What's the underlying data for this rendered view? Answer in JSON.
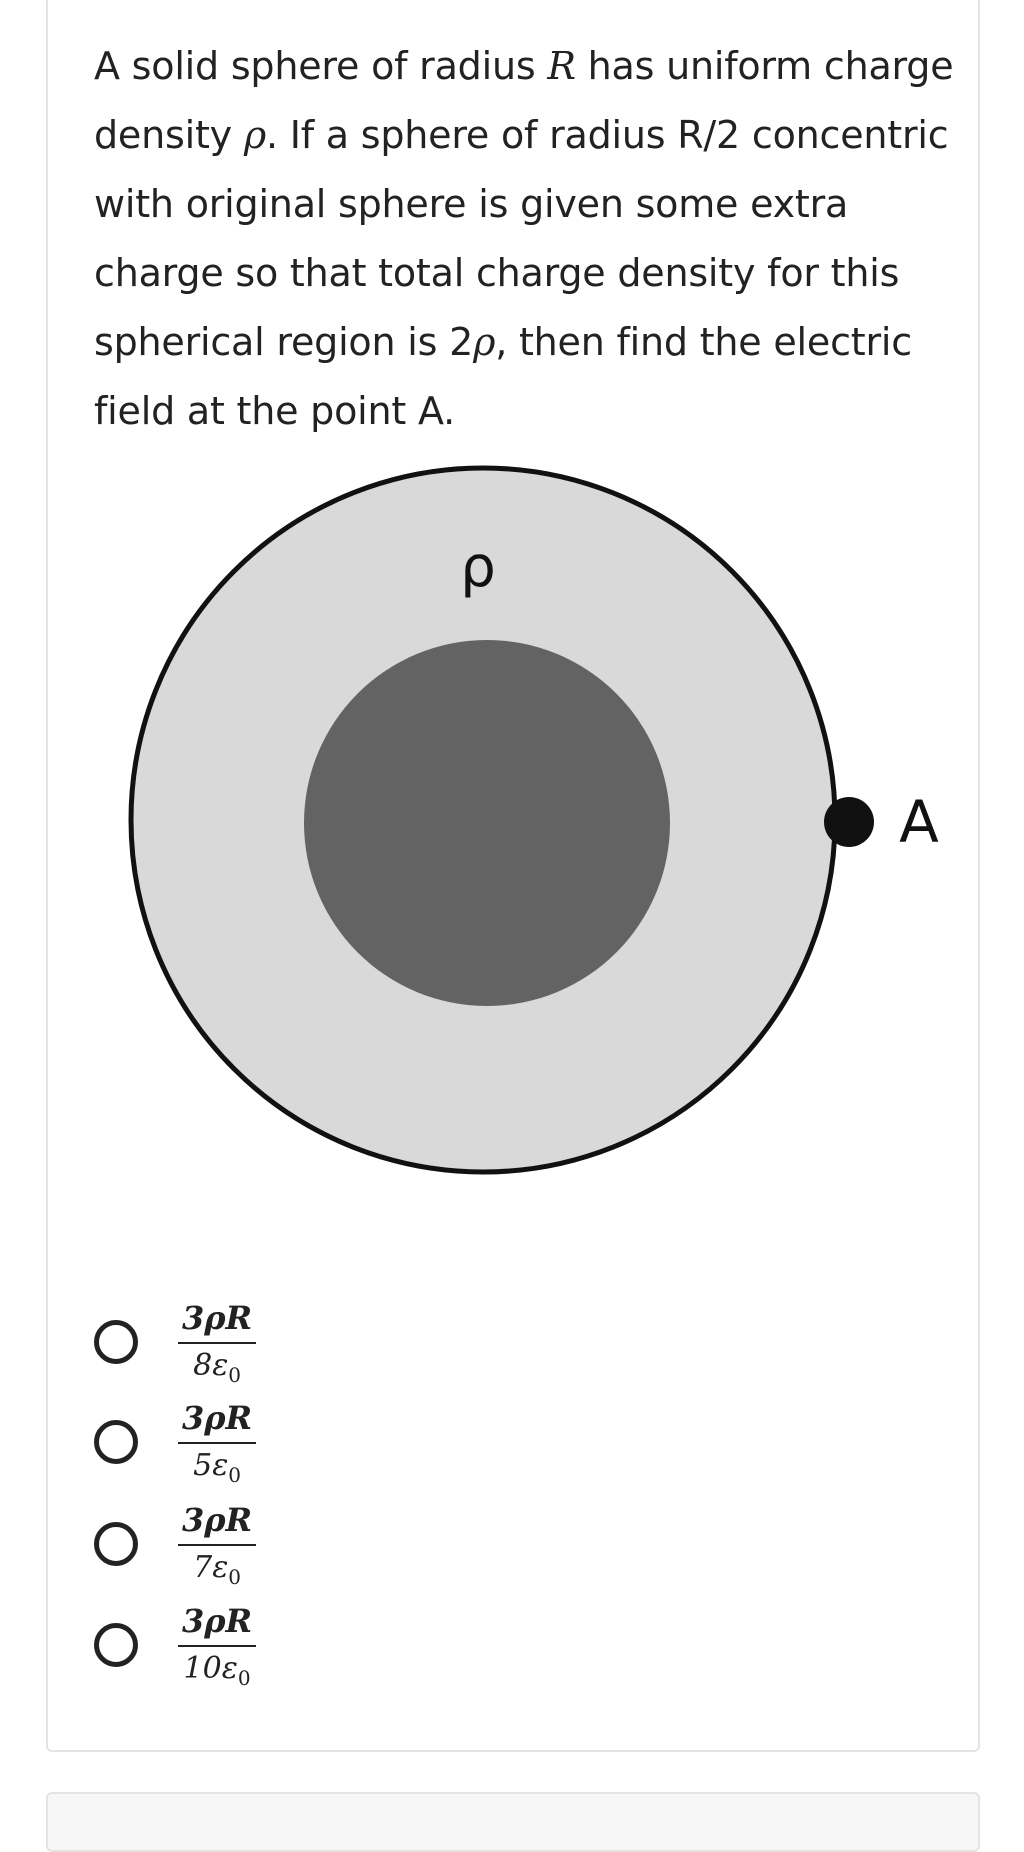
{
  "question": {
    "part1": "A solid sphere of radius ",
    "sym_R": "R",
    "part2": " has uniform charge density ",
    "sym_rho": "ρ",
    "part3": ". If a sphere of radius R/2 concentric with original sphere is given some extra charge so that total charge density for this spherical region is 2",
    "sym_rho2": "ρ",
    "part4": ", then find the electric field at the point A."
  },
  "diagram": {
    "outer_label": "ρ",
    "point_label": "A",
    "colors": {
      "outer_fill": "#d9d9d9",
      "inner_fill": "#636363",
      "stroke": "#111111"
    }
  },
  "options": [
    {
      "numerator": "3ρR",
      "den_coef": "8",
      "den_sym": "ε",
      "den_sub": "0"
    },
    {
      "numerator": "3ρR",
      "den_coef": "5",
      "den_sym": "ε",
      "den_sub": "0"
    },
    {
      "numerator": "3ρR",
      "den_coef": "7",
      "den_sym": "ε",
      "den_sub": "0"
    },
    {
      "numerator": "3ρR",
      "den_coef": "10",
      "den_sym": "ε",
      "den_sub": "0"
    }
  ]
}
